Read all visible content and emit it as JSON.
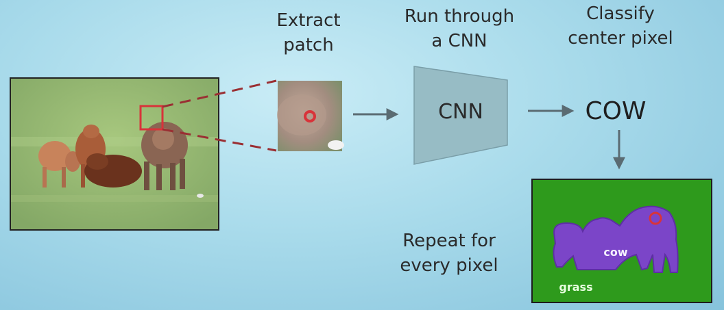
{
  "steps": {
    "extract": {
      "line1": "Extract",
      "line2": "patch"
    },
    "run": {
      "line1": "Run through",
      "line2": "a CNN"
    },
    "classify": {
      "line1": "Classify",
      "line2": "center pixel"
    }
  },
  "cnn_label": "CNN",
  "prediction": "COW",
  "repeat": {
    "line1": "Repeat for",
    "line2": "every pixel"
  },
  "segmentation": {
    "cow_label": "cow",
    "grass_label": "grass"
  },
  "colors": {
    "grass_class": "#2e9a1c",
    "cow_class": "#7b45c8",
    "highlight": "#d8333a",
    "arrow": "#5a6b72",
    "cnn_box": "#97bcc5"
  }
}
